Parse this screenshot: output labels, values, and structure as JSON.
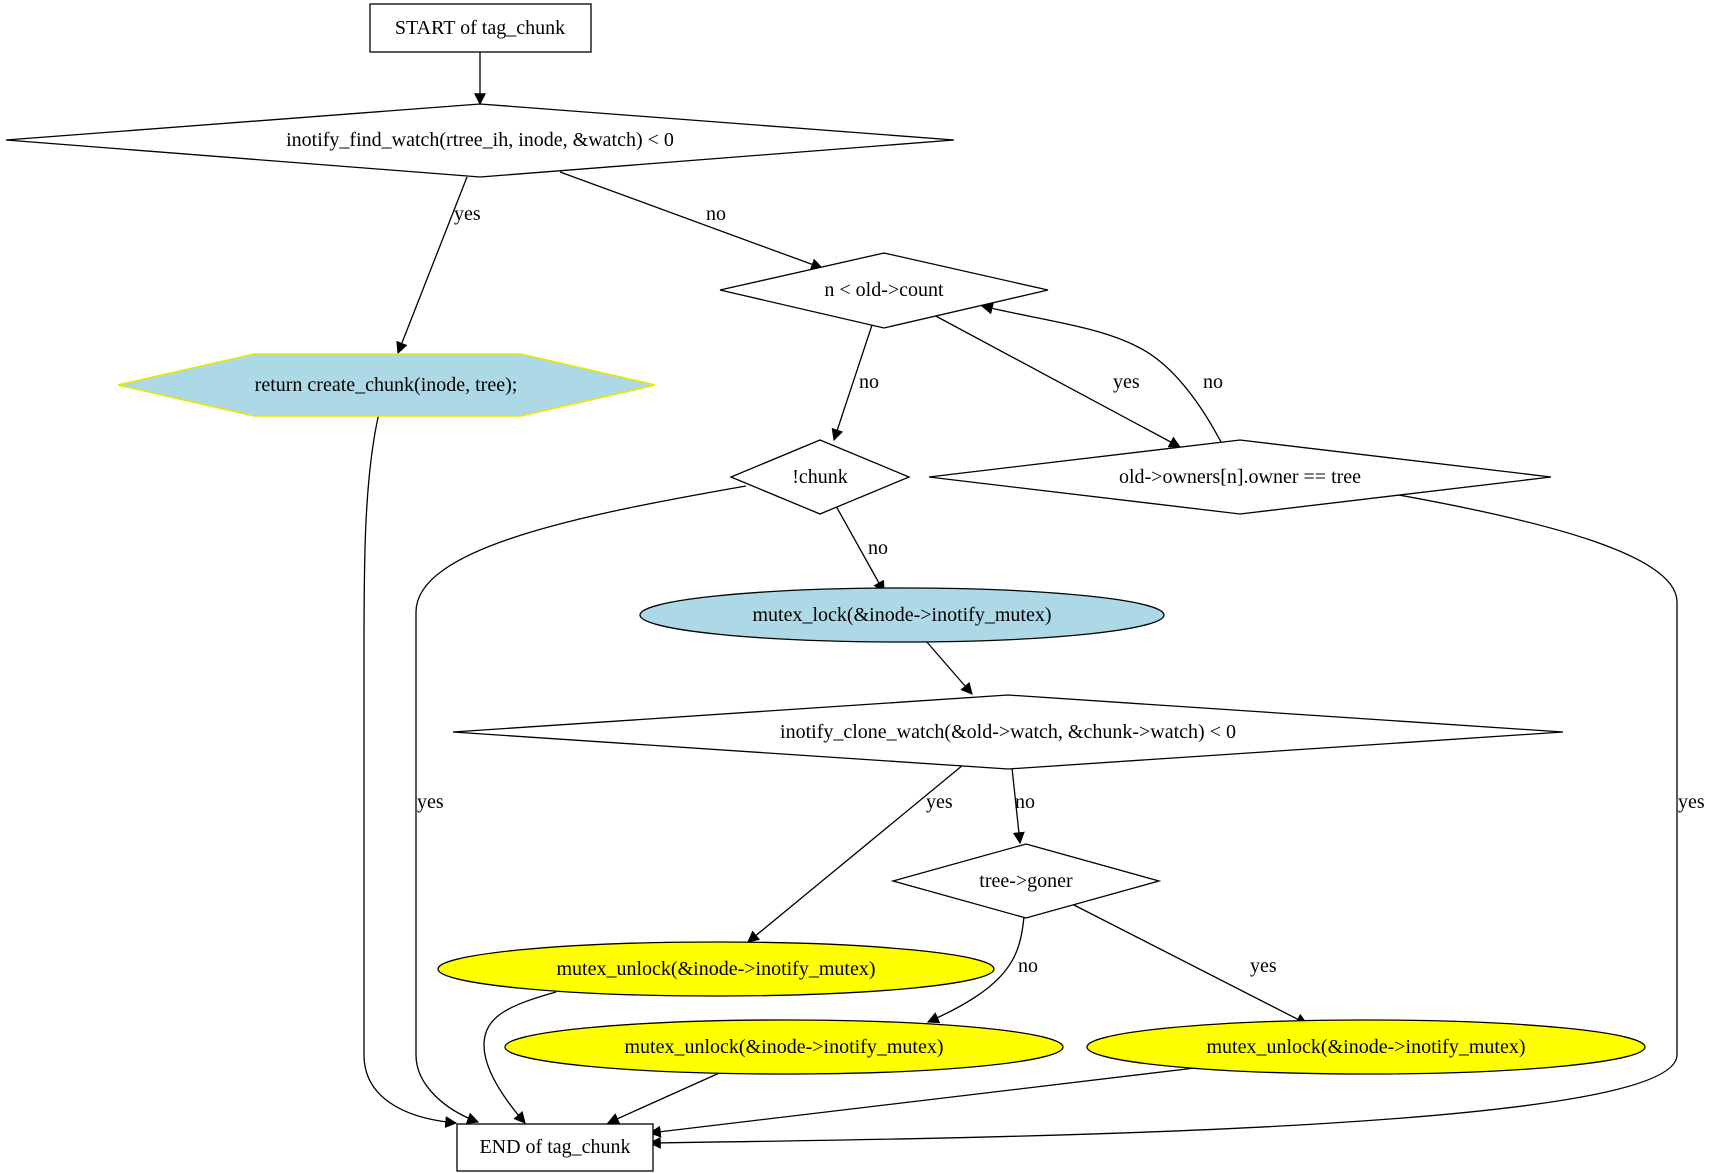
{
  "diagram": {
    "colors": {
      "light_blue": "#add8e6",
      "yellow": "#ffff00",
      "white": "#ffffff",
      "hex_border": "#e8e800"
    },
    "nodes": {
      "start": "START of tag_chunk",
      "find_watch": "inotify_find_watch(rtree_ih, inode, &watch) < 0",
      "return_create": "return create_chunk(inode, tree);",
      "n_lt_count": "n < old->count",
      "not_chunk": "!chunk",
      "owner_eq_tree": "old->owners[n].owner == tree",
      "mutex_lock": "mutex_lock(&inode->inotify_mutex)",
      "clone_watch": "inotify_clone_watch(&old->watch, &chunk->watch) < 0",
      "tree_goner": "tree->goner",
      "unlock_a": "mutex_unlock(&inode->inotify_mutex)",
      "unlock_b": "mutex_unlock(&inode->inotify_mutex)",
      "unlock_c": "mutex_unlock(&inode->inotify_mutex)",
      "end": "END of tag_chunk"
    },
    "edge_labels": {
      "find_yes": "yes",
      "find_no": "no",
      "count_no": "no",
      "count_yes": "yes",
      "owner_no": "no",
      "owner_yes": "yes",
      "chunk_yes": "yes",
      "chunk_no": "no",
      "clone_yes": "yes",
      "clone_no": "no",
      "goner_no": "no",
      "goner_yes": "yes"
    }
  }
}
